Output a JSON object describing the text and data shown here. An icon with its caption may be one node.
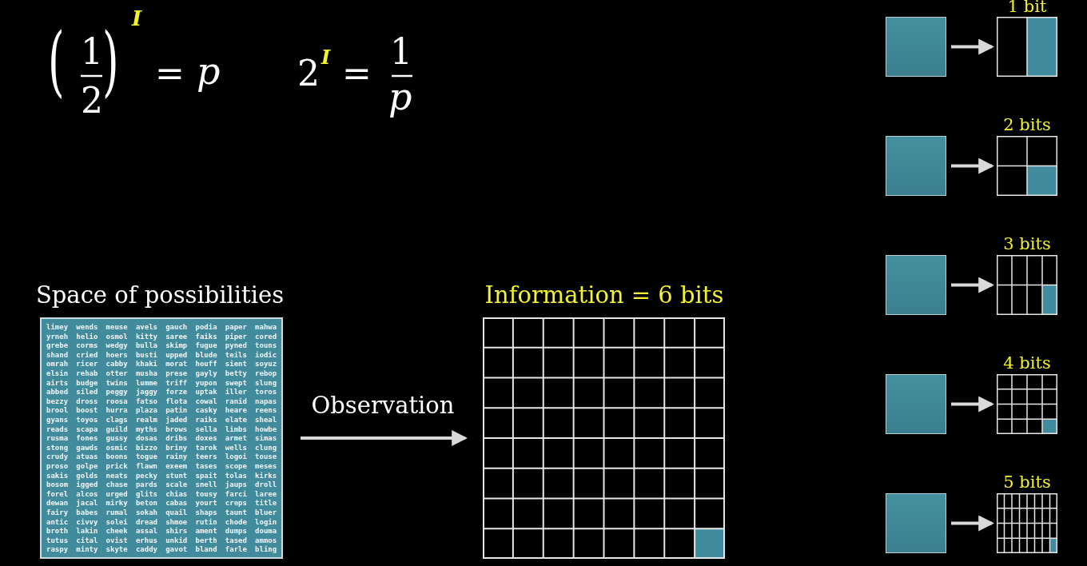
{
  "diagram": {
    "nodes": [
      {
        "text": [
          "Space of possibilities"
        ]
      },
      {
        "text": [
          "Information = 6 bits"
        ]
      },
      {
        "text": [],
        "shape": "box"
      },
      {
        "text": [
          "1 bit"
        ]
      },
      {
        "text": [],
        "shape": "box"
      },
      {
        "text": [
          "2 bits"
        ]
      },
      {
        "text": [],
        "shape": "box"
      },
      {
        "text": [
          "3 bits"
        ]
      },
      {
        "text": [],
        "shape": "box"
      },
      {
        "text": [
          "4 bits"
        ]
      },
      {
        "text": [],
        "shape": "box"
      },
      {
        "text": [
          "5 bits"
        ]
      }
    ],
    "edges": [
      {
        "from": 0,
        "to": 1,
        "arrow": "to",
        "label": "Observation"
      },
      {
        "from": 2,
        "to": 3,
        "arrow": "to"
      },
      {
        "from": 4,
        "to": 5,
        "arrow": "to"
      },
      {
        "from": 6,
        "to": 7,
        "arrow": "to"
      },
      {
        "from": 8,
        "to": 9,
        "arrow": "to"
      },
      {
        "from": 10,
        "to": 11,
        "arrow": "to"
      }
    ],
    "labels": [
      "(",
      "1",
      "2",
      ")",
      "I",
      "=",
      "p",
      "2",
      "I",
      "=",
      "1",
      "p",
      "limey",
      "wends",
      "meuse",
      "avels",
      "gauch",
      "podia",
      "paper",
      "mahwa",
      "yrneh",
      "helio",
      "osmol",
      "kitty",
      "saree",
      "faiks",
      "piper",
      "cored",
      "grebe",
      "corms",
      "wedgy",
      "bulla",
      "skimp",
      "fugue",
      "pyned",
      "touns",
      "shand",
      "cried",
      "hoers",
      "busti",
      "upped",
      "blude",
      "teils",
      "iodic",
      "omrah",
      "ricer",
      "cabby",
      "khaki",
      "morat",
      "houff",
      "sient",
      "soyuz",
      "elsin",
      "rehab",
      "otter",
      "musha",
      "prese",
      "gayly",
      "betty",
      "rebop",
      "airts",
      "budge",
      "twins",
      "lumme",
      "triff",
      "yupon",
      "swept",
      "slung",
      "abbed",
      "siled",
      "peggy",
      "jaggy",
      "forze",
      "uptak",
      "iller",
      "toros",
      "bezzy",
      "dross",
      "roosa",
      "fatso",
      "flota",
      "cowal",
      "ranid",
      "napas",
      "brool",
      "boost",
      "hurra",
      "plaza",
      "patin",
      "casky",
      "heare",
      "reens",
      "gyans",
      "toyos",
      "clags",
      "realm",
      "jaded",
      "raiks",
      "elate",
      "sheal",
      "reads",
      "scapa",
      "guild",
      "myths",
      "brows",
      "sella",
      "limbs",
      "howbe",
      "rusma",
      "fones",
      "gussy",
      "dosas",
      "dribs",
      "doxes",
      "armet",
      "simas",
      "stong",
      "gawds",
      "osmic",
      "bizzo",
      "briny",
      "tarok",
      "wells",
      "clung",
      "crudy",
      "atuas",
      "boons",
      "togue",
      "rainy",
      "teers",
      "logoi",
      "touse",
      "proso",
      "golpe",
      "prick",
      "flawn",
      "exeem",
      "tases",
      "scope",
      "meses",
      "sakis",
      "golds",
      "neats",
      "pecky",
      "stunt",
      "spait",
      "tolas",
      "kirks",
      "bosom",
      "igged",
      "chase",
      "pards",
      "scale",
      "snell",
      "jaups",
      "droll",
      "forel",
      "alcos",
      "urged",
      "glits",
      "chias",
      "tousy",
      "farci",
      "laree",
      "dewan",
      "jacal",
      "mirky",
      "beton",
      "cabas",
      "yourt",
      "creps",
      "title",
      "fairy",
      "babes",
      "rumal",
      "sokah",
      "quail",
      "shaps",
      "taunt",
      "bluer",
      "antic",
      "civvy",
      "solei",
      "dread",
      "shmoe",
      "rutin",
      "chode",
      "login",
      "broth",
      "lakin",
      "cheek",
      "assal",
      "shirs",
      "ament",
      "dumps",
      "douma",
      "tutus",
      "cital",
      "ovist",
      "erhus",
      "unkid",
      "berth",
      "tased",
      "ammos",
      "raspy",
      "minty",
      "skyte",
      "caddy",
      "gavot",
      "bland",
      "farle",
      "bling"
    ]
  }
}
